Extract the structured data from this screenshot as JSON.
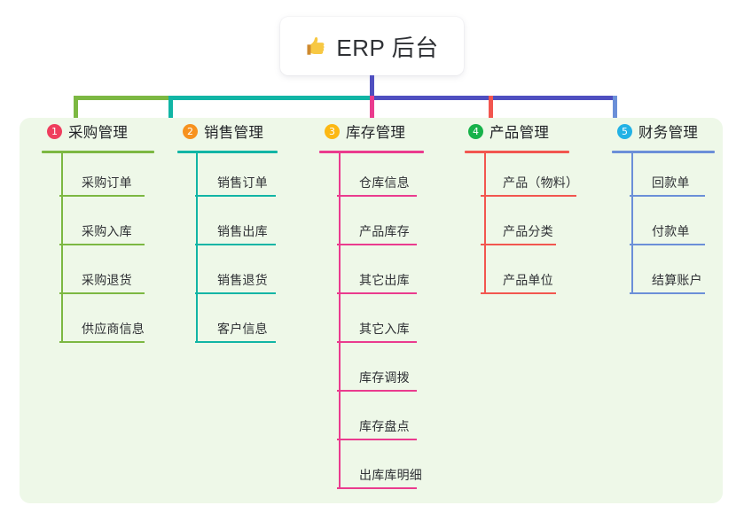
{
  "root": {
    "icon": "thumbs-up-icon",
    "title": "ERP 后台"
  },
  "colors": {
    "panel_bg": "#eef8e8",
    "page_bg": "#ffffff",
    "root_line": "#4f4fc0",
    "col1": "#7cb842",
    "col2": "#11b5a5",
    "col3": "#ea3b8e",
    "col4": "#f2564f",
    "col5": "#6b8fd8",
    "badge1": "#ef3e5e",
    "badge2": "#f7921e",
    "badge3": "#fcb813",
    "badge4": "#17b24a",
    "badge5": "#22b2e5",
    "text": "#2f3135"
  },
  "columns": [
    {
      "number": "1",
      "title": "采购管理",
      "badge_color": "#ef3e5e",
      "line_color": "#7cb842",
      "items": [
        {
          "label": "采购订单"
        },
        {
          "label": "采购入库"
        },
        {
          "label": "采购退货"
        },
        {
          "label": "供应商信息"
        }
      ]
    },
    {
      "number": "2",
      "title": "销售管理",
      "badge_color": "#f7921e",
      "line_color": "#11b5a5",
      "items": [
        {
          "label": "销售订单"
        },
        {
          "label": "销售出库"
        },
        {
          "label": "销售退货"
        },
        {
          "label": "客户信息"
        }
      ]
    },
    {
      "number": "3",
      "title": "库存管理",
      "badge_color": "#fcb813",
      "line_color": "#ea3b8e",
      "items": [
        {
          "label": "仓库信息"
        },
        {
          "label": "产品库存"
        },
        {
          "label": "其它出库"
        },
        {
          "label": "其它入库"
        },
        {
          "label": "库存调拨"
        },
        {
          "label": "库存盘点"
        },
        {
          "label": "出库库明细"
        }
      ]
    },
    {
      "number": "4",
      "title": "产品管理",
      "badge_color": "#17b24a",
      "line_color": "#f2564f",
      "items": [
        {
          "label": "产品（物料）"
        },
        {
          "label": "产品分类"
        },
        {
          "label": "产品单位"
        }
      ]
    },
    {
      "number": "5",
      "title": "财务管理",
      "badge_color": "#22b2e5",
      "line_color": "#6b8fd8",
      "items": [
        {
          "label": "回款单"
        },
        {
          "label": "付款单"
        },
        {
          "label": "结算账户"
        }
      ]
    }
  ]
}
